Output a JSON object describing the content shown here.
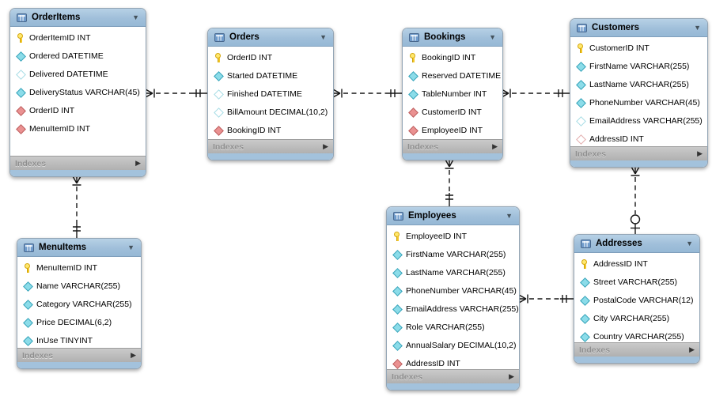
{
  "labels": {
    "indexes": "Indexes"
  },
  "icons": {
    "collapse": "▼",
    "expand": "▶"
  },
  "colors": {
    "header_blue": "#a6c5e0",
    "footer_gray": "#bcbcbc",
    "primary_key_yellow": "#f4c728",
    "attribute_cyan": "#8bdce9",
    "foreign_key_red": "#ea9191",
    "connector_black": "#161616"
  },
  "diagram": {
    "tables": [
      {
        "name": "OrderItems",
        "fields": [
          {
            "label": "OrderItemID INT",
            "icon": "ic-primary-key"
          },
          {
            "label": "Ordered DATETIME",
            "icon": "ic-column-notnull"
          },
          {
            "label": "Delivered DATETIME",
            "icon": "ic-column-nullable"
          },
          {
            "label": "DeliveryStatus VARCHAR(45)",
            "icon": "ic-column-notnull"
          },
          {
            "label": "OrderID INT",
            "icon": "ic-fk-notnull"
          },
          {
            "label": "MenuItemID INT",
            "icon": "ic-fk-notnull"
          }
        ]
      },
      {
        "name": "Orders",
        "fields": [
          {
            "label": "OrderID INT",
            "icon": "ic-primary-key"
          },
          {
            "label": "Started DATETIME",
            "icon": "ic-column-notnull"
          },
          {
            "label": "Finished DATETIME",
            "icon": "ic-column-nullable"
          },
          {
            "label": "BillAmount DECIMAL(10,2)",
            "icon": "ic-column-nullable"
          },
          {
            "label": "BookingID INT",
            "icon": "ic-fk-notnull"
          }
        ]
      },
      {
        "name": "Bookings",
        "fields": [
          {
            "label": "BookingID INT",
            "icon": "ic-primary-key"
          },
          {
            "label": "Reserved DATETIME",
            "icon": "ic-column-notnull"
          },
          {
            "label": "TableNumber INT",
            "icon": "ic-column-notnull"
          },
          {
            "label": "CustomerID INT",
            "icon": "ic-fk-notnull"
          },
          {
            "label": "EmployeeID INT",
            "icon": "ic-fk-notnull"
          }
        ]
      },
      {
        "name": "Customers",
        "fields": [
          {
            "label": "CustomerID INT",
            "icon": "ic-primary-key"
          },
          {
            "label": "FirstName VARCHAR(255)",
            "icon": "ic-column-notnull"
          },
          {
            "label": "LastName VARCHAR(255)",
            "icon": "ic-column-notnull"
          },
          {
            "label": "PhoneNumber VARCHAR(45)",
            "icon": "ic-column-notnull"
          },
          {
            "label": "EmailAddress VARCHAR(255)",
            "icon": "ic-column-nullable"
          },
          {
            "label": "AddressID INT",
            "icon": "ic-fk-nullable"
          }
        ]
      },
      {
        "name": "MenuItems",
        "fields": [
          {
            "label": "MenuItemID INT",
            "icon": "ic-primary-key"
          },
          {
            "label": "Name VARCHAR(255)",
            "icon": "ic-column-notnull"
          },
          {
            "label": "Category VARCHAR(255)",
            "icon": "ic-column-notnull"
          },
          {
            "label": "Price DECIMAL(6,2)",
            "icon": "ic-column-notnull"
          },
          {
            "label": "InUse TINYINT",
            "icon": "ic-column-notnull"
          }
        ]
      },
      {
        "name": "Employees",
        "fields": [
          {
            "label": "EmployeeID INT",
            "icon": "ic-primary-key"
          },
          {
            "label": "FirstName VARCHAR(255)",
            "icon": "ic-column-notnull"
          },
          {
            "label": "LastName VARCHAR(255)",
            "icon": "ic-column-notnull"
          },
          {
            "label": "PhoneNumber VARCHAR(45)",
            "icon": "ic-column-notnull"
          },
          {
            "label": "EmailAddress VARCHAR(255)",
            "icon": "ic-column-notnull"
          },
          {
            "label": "Role VARCHAR(255)",
            "icon": "ic-column-notnull"
          },
          {
            "label": "AnnualSalary DECIMAL(10,2)",
            "icon": "ic-column-notnull"
          },
          {
            "label": "AddressID INT",
            "icon": "ic-fk-notnull"
          }
        ]
      },
      {
        "name": "Addresses",
        "fields": [
          {
            "label": "AddressID INT",
            "icon": "ic-primary-key"
          },
          {
            "label": "Street VARCHAR(255)",
            "icon": "ic-column-notnull"
          },
          {
            "label": "PostalCode VARCHAR(12)",
            "icon": "ic-column-notnull"
          },
          {
            "label": "City VARCHAR(255)",
            "icon": "ic-column-notnull"
          },
          {
            "label": "Country VARCHAR(255)",
            "icon": "ic-column-notnull"
          }
        ]
      }
    ],
    "relationships": [
      {
        "from_table": "OrderItems",
        "from_cardinality": "many-mandatory",
        "to_table": "Orders",
        "to_cardinality": "one-mandatory",
        "line_style": "dashed"
      },
      {
        "from_table": "Orders",
        "from_cardinality": "many-mandatory",
        "to_table": "Bookings",
        "to_cardinality": "one-mandatory",
        "line_style": "dashed"
      },
      {
        "from_table": "Bookings",
        "from_cardinality": "many-mandatory",
        "to_table": "Customers",
        "to_cardinality": "one-mandatory",
        "line_style": "dashed"
      },
      {
        "from_table": "OrderItems",
        "from_cardinality": "many-mandatory",
        "to_table": "MenuItems",
        "to_cardinality": "one-mandatory",
        "line_style": "dashed"
      },
      {
        "from_table": "Bookings",
        "from_cardinality": "many-mandatory",
        "to_table": "Employees",
        "to_cardinality": "one-mandatory",
        "line_style": "dashed"
      },
      {
        "from_table": "Employees",
        "from_cardinality": "many-mandatory",
        "to_table": "Addresses",
        "to_cardinality": "one-mandatory",
        "line_style": "dashed"
      },
      {
        "from_table": "Customers",
        "from_cardinality": "many-mandatory",
        "to_table": "Addresses",
        "to_cardinality": "zero-or-one",
        "line_style": "dashed"
      }
    ]
  }
}
